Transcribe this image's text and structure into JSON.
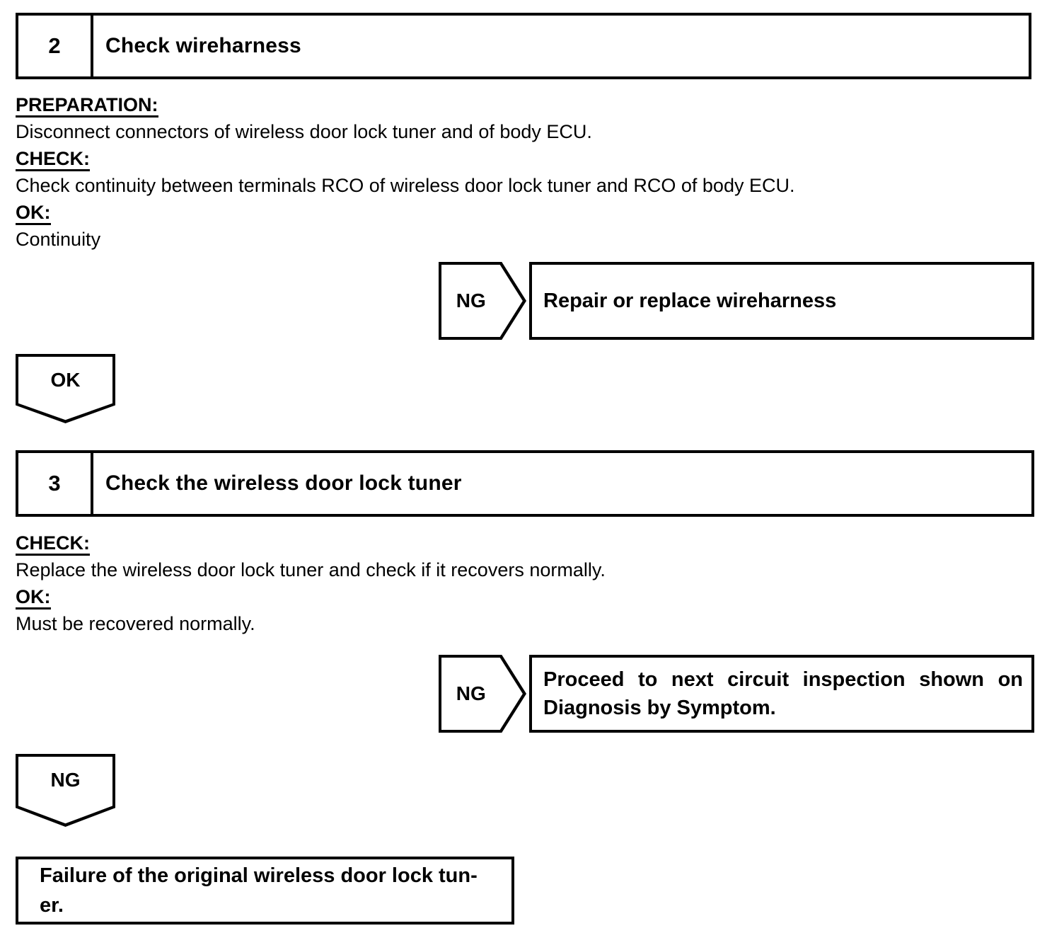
{
  "document": {
    "type": "diagnostic-flowchart",
    "steps": [
      {
        "number": "2",
        "title": "Check wireharness",
        "sections": [
          {
            "label": "PREPARATION:",
            "text": "Disconnect connectors of wireless door lock tuner and of body ECU."
          },
          {
            "label": "CHECK:",
            "text": "Check continuity between terminals RCO of wireless door lock tuner and RCO of body ECU."
          },
          {
            "label": "OK:",
            "text": "Continuity"
          }
        ],
        "ng_branch": {
          "tag": "NG",
          "result_line_1": "Repair or replace wireharness",
          "result_line_2": ""
        },
        "ok_branch": {
          "tag": "OK"
        }
      },
      {
        "number": "3",
        "title": "Check the wireless door lock tuner",
        "sections": [
          {
            "label": "CHECK:",
            "text": "Replace the wireless door lock tuner and check if it recovers normally."
          },
          {
            "label": "OK:",
            "text": "Must be recovered normally."
          }
        ],
        "ng_branch": {
          "tag": "NG",
          "result_line_1": "Proceed to next circuit inspection shown on",
          "result_line_2": "Diagnosis by Symptom."
        },
        "ok_branch": {
          "tag": "NG"
        }
      }
    ],
    "final_result": {
      "line_1": "Failure of the original wireless door lock tun-",
      "line_2": "er."
    },
    "colors": {
      "ink": "#000000",
      "paper": "#ffffff"
    }
  }
}
